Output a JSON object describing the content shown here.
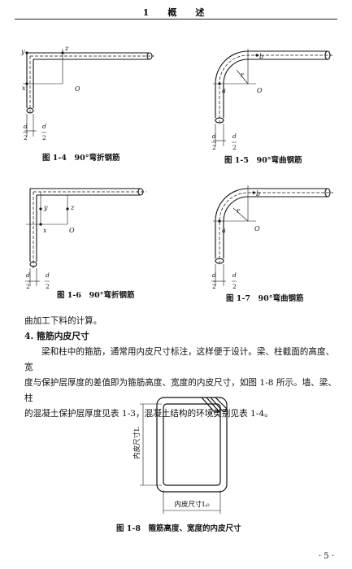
{
  "header": {
    "title": "1　概　述"
  },
  "figures": {
    "fig1_4": {
      "caption": "图 1-4　90°弯折钢筋",
      "label_y": "y",
      "label_z": "z",
      "label_x": "x",
      "label_o": "O",
      "dim_left_num": "d",
      "dim_left_den": "2",
      "dim_right_num": "d",
      "dim_right_den": "2"
    },
    "fig1_5": {
      "caption": "图 1-5　90°弯曲钢筋",
      "label_b": "b",
      "label_r": "r",
      "label_a": "a",
      "label_o": "O",
      "dim_left_num": "d",
      "dim_left_den": "2",
      "dim_right_num": "d",
      "dim_right_den": "2"
    },
    "fig1_6": {
      "caption": "图 1-6　90°弯折钢筋",
      "label_y": "y",
      "label_z": "z",
      "label_x": "x",
      "label_o": "O",
      "dim_left_num": "d",
      "dim_left_den": "2",
      "dim_right_num": "d",
      "dim_right_den": "2"
    },
    "fig1_7": {
      "caption": "图 1-7　90°弯曲钢筋",
      "label_b": "b",
      "label_r": "r",
      "label_a": "a",
      "label_o": "O",
      "dim_left_num": "d",
      "dim_left_den": "2",
      "dim_right_num": "d",
      "dim_right_den": "2"
    },
    "fig1_8": {
      "caption": "图 1-8　箍筋高度、宽度的内皮尺寸",
      "height_label": "内皮尺寸L",
      "width_label": "内皮尺寸L₀"
    }
  },
  "text": {
    "line_continue": "曲加工下料的计算。",
    "section_heading": "4. 箍筋内皮尺寸",
    "para_line1": "梁和柱中的箍筋，通常用内皮尺寸标注，这样便于设计。梁、柱截面的高度、宽",
    "para_line2": "度与保护层厚度的差值即为箍筋高度、宽度的内皮尺寸，如图 1-8 所示。墙、梁、柱",
    "para_line3": "的混凝土保护层厚度见表 1-3，混凝土结构的环境类别见表 1-4。"
  },
  "page_number": "· 5 ·"
}
